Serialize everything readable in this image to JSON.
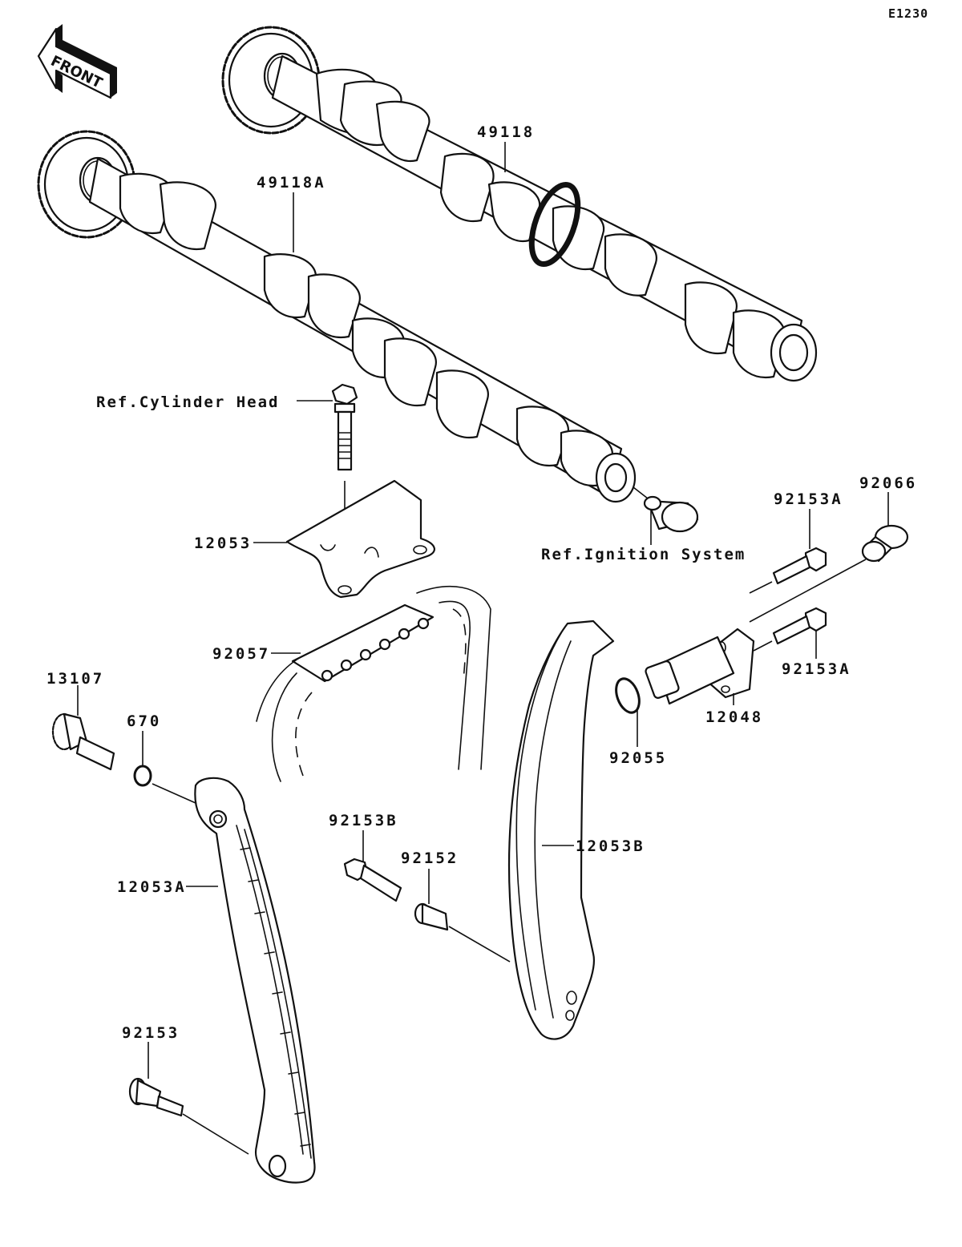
{
  "diagram": {
    "code": "E1230",
    "front_label": "FRONT",
    "colors": {
      "line": "#111111",
      "background": "#ffffff"
    },
    "parts": [
      {
        "id": "49118",
        "label": "49118",
        "description": "exhaust camshaft"
      },
      {
        "id": "49118A",
        "label": "49118A",
        "description": "intake camshaft"
      },
      {
        "id": "12053",
        "label": "12053",
        "description": "upper chain guide"
      },
      {
        "id": "92057",
        "label": "92057",
        "description": "cam chain"
      },
      {
        "id": "13107",
        "label": "13107",
        "description": "guide pivot pin"
      },
      {
        "id": "670",
        "label": "670",
        "description": "o-ring"
      },
      {
        "id": "12053A",
        "label": "12053A",
        "description": "tensioner side chain guide"
      },
      {
        "id": "92153B",
        "label": "92153B",
        "description": "flange bolt"
      },
      {
        "id": "92152",
        "label": "92152",
        "description": "collar"
      },
      {
        "id": "12053B",
        "label": "12053B",
        "description": "front chain guide"
      },
      {
        "id": "92153",
        "label": "92153",
        "description": "guide bolt"
      },
      {
        "id": "92153A_top",
        "label": "92153A",
        "description": "tensioner bolt upper"
      },
      {
        "id": "92153A_bottom",
        "label": "92153A",
        "description": "tensioner bolt lower"
      },
      {
        "id": "92066",
        "label": "92066",
        "description": "tensioner plug"
      },
      {
        "id": "12048",
        "label": "12048",
        "description": "cam chain tensioner"
      },
      {
        "id": "92055",
        "label": "92055",
        "description": "tensioner o-ring"
      }
    ],
    "references": {
      "cylinder_head": "Ref.Cylinder Head",
      "ignition_system": "Ref.Ignition System"
    }
  }
}
